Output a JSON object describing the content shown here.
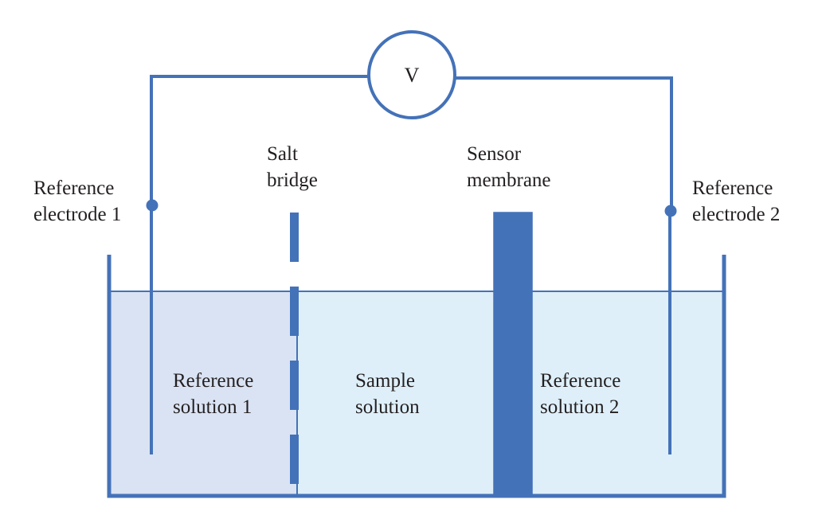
{
  "colors": {
    "line": "#4472b8",
    "reference_solution_1": "#dae3f3",
    "sample_and_reference_2": "#deeff9",
    "text": "#231f20"
  },
  "voltmeter": {
    "symbol": "V"
  },
  "labels": {
    "reference_electrode_1": {
      "line1": "Reference",
      "line2": "electrode 1"
    },
    "salt_bridge": {
      "line1": "Salt",
      "line2": "bridge"
    },
    "sensor_membrane": {
      "line1": "Sensor",
      "line2": "membrane"
    },
    "reference_electrode_2": {
      "line1": "Reference",
      "line2": "electrode 2"
    },
    "reference_solution_1": {
      "line1": "Reference",
      "line2": "solution 1"
    },
    "sample_solution": {
      "line1": "Sample",
      "line2": "solution"
    },
    "reference_solution_2": {
      "line1": "Reference",
      "line2": "solution 2"
    }
  }
}
